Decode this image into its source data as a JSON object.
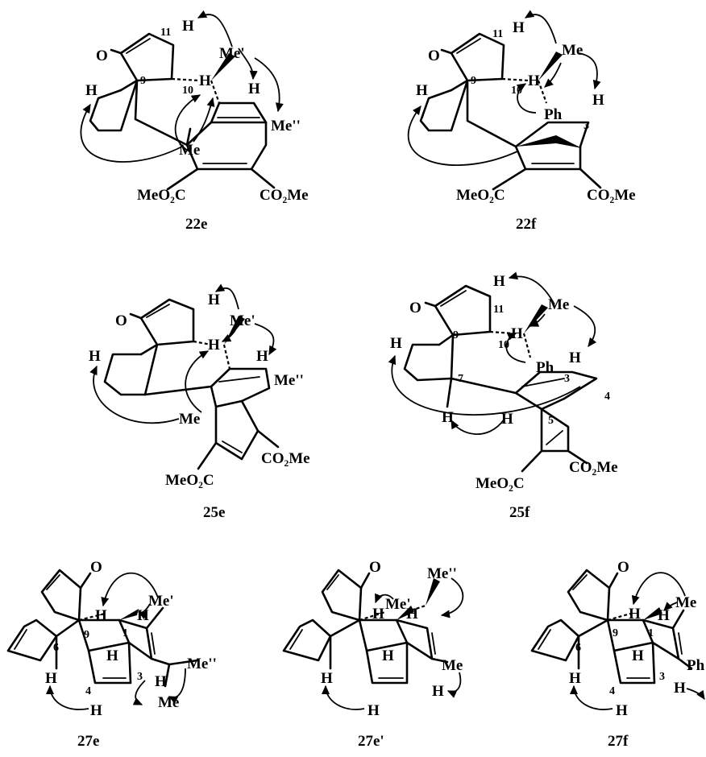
{
  "compounds": [
    {
      "id": "22e",
      "caption": "22e",
      "labels": {
        "oxo": "O",
        "h11": "H",
        "n11": "11",
        "n9": "9",
        "n10": "10",
        "h9": "H",
        "h10": "H",
        "me1": "Me'",
        "h_vinyl": "H",
        "me2": "Me''",
        "me": "Me",
        "ester_left": "MeO₂C",
        "ester_right": "CO₂Me"
      }
    },
    {
      "id": "22f",
      "caption": "22f",
      "labels": {
        "oxo": "O",
        "h11": "H",
        "n11": "11",
        "n9": "9",
        "n10": "10",
        "h9": "H",
        "h10": "H",
        "me": "Me",
        "ph": "Ph",
        "h3": "H",
        "n3": "3",
        "ester_left": "MeO₂C",
        "ester_right": "CO₂Me"
      }
    },
    {
      "id": "25e",
      "caption": "25e",
      "labels": {
        "oxo": "O",
        "h_top": "H",
        "h9": "H",
        "h10": "H",
        "me1": "Me'",
        "h_vinyl": "H",
        "me2": "Me''",
        "me": "Me",
        "ester_left": "MeO₂C",
        "ester_right": "CO₂Me"
      }
    },
    {
      "id": "25f",
      "caption": "25f",
      "labels": {
        "oxo": "O",
        "h11": "H",
        "n11": "11",
        "n9": "9",
        "n10": "10",
        "n7": "7",
        "h9": "H",
        "h10": "H",
        "me": "Me",
        "ph": "Ph",
        "h3": "H",
        "n3": "3",
        "n4": "4",
        "n5": "5",
        "h7": "H",
        "h5": "H",
        "ester_left": "MeO₂C",
        "ester_right": "CO₂Me"
      }
    },
    {
      "id": "27e",
      "caption": "27e",
      "labels": {
        "oxo": "O",
        "h9": "H",
        "n9": "9",
        "n1": "1",
        "n6": "6",
        "n3": "3",
        "n4": "4",
        "h1": "H",
        "h_ring": "H",
        "me1": "Me'",
        "me2": "Me''",
        "h_ch": "H",
        "me": "Me",
        "h6": "H",
        "h4": "H"
      }
    },
    {
      "id": "27e'",
      "caption": "27e'",
      "labels": {
        "oxo": "O",
        "h9": "H",
        "me1": "Me'",
        "h1": "H",
        "me2": "Me''",
        "h_ring": "H",
        "me": "Me",
        "h_vinyl": "H",
        "h6": "H",
        "h4": "H"
      }
    },
    {
      "id": "27f",
      "caption": "27f",
      "labels": {
        "oxo": "O",
        "h9": "H",
        "n9": "9",
        "n1": "1",
        "n6": "6",
        "n3": "3",
        "n4": "4",
        "h1": "H",
        "me": "Me",
        "h_ring": "H",
        "ph": "Ph",
        "h_vinyl": "H",
        "h6": "H",
        "h4": "H"
      }
    }
  ]
}
